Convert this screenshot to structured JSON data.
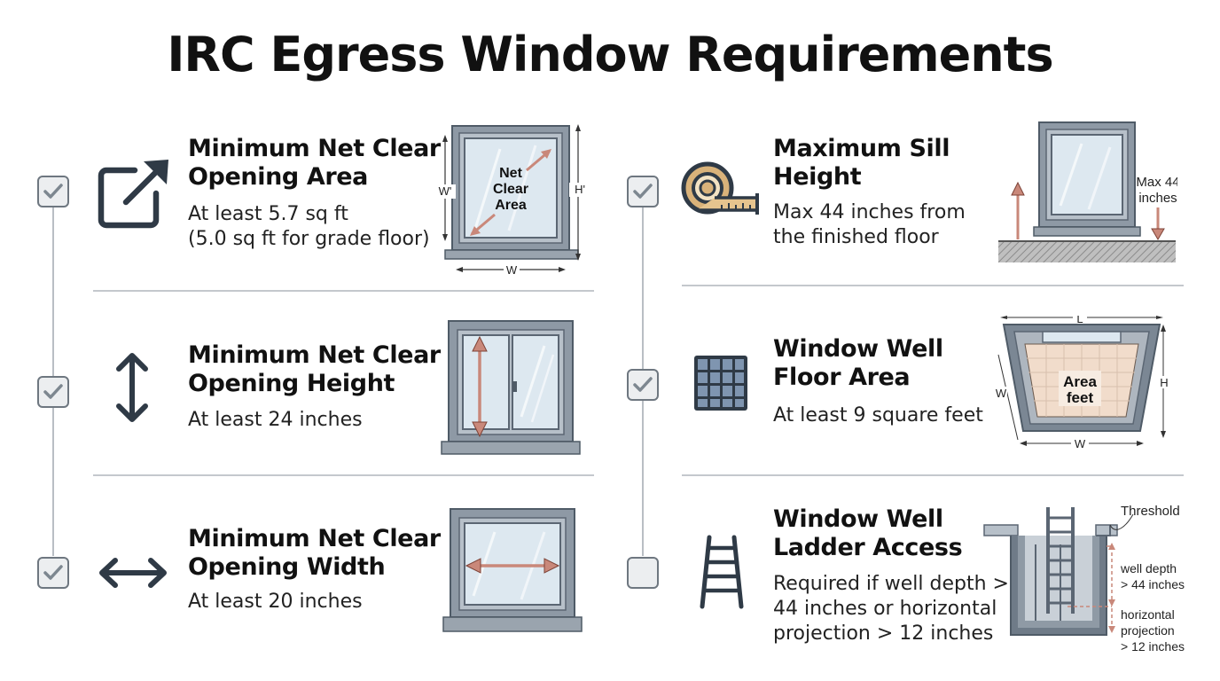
{
  "title": "IRC Egress Window Requirements",
  "left": [
    {
      "heading": [
        "Minimum Net Clear",
        "Opening Area"
      ],
      "body": [
        "At least 5.7 sq ft",
        "(5.0 sq ft for grade floor)"
      ],
      "icon": "external-link-arrow-icon",
      "checked": true
    },
    {
      "heading": [
        "Minimum Net Clear",
        "Opening Height"
      ],
      "body": [
        "At least 24 inches"
      ],
      "icon": "vertical-double-arrow-icon",
      "checked": true
    },
    {
      "heading": [
        "Minimum Net Clear",
        "Opening Width"
      ],
      "body": [
        "At least 20 inches"
      ],
      "icon": "horizontal-double-arrow-icon",
      "checked": true
    }
  ],
  "right": [
    {
      "heading": [
        "Maximum Sill",
        "Height"
      ],
      "body": [
        "Max 44 inches from",
        "the finished floor"
      ],
      "icon": "tape-measure-icon",
      "checked": true
    },
    {
      "heading": [
        "Window Well",
        "Floor Area"
      ],
      "body": [
        "At least 9 square feet"
      ],
      "icon": "grid-tiles-icon",
      "checked": true
    },
    {
      "heading": [
        "Window Well",
        "Ladder Access"
      ],
      "body": [
        "Required if well depth >",
        "44 inches or horizontal",
        "projection > 12 inches"
      ],
      "icon": "ladder-icon",
      "checked": false
    }
  ],
  "diagrams": {
    "area": {
      "label": [
        "Net",
        "Clear",
        "Area"
      ],
      "w_left": "W'",
      "h_right": "H'",
      "w_bottom": "W"
    },
    "sill": {
      "label": [
        "Max 44",
        "inches"
      ]
    },
    "well_area": {
      "label": [
        "Area",
        "feet"
      ],
      "top": "L",
      "left": "W",
      "right": "H",
      "bottom": "W"
    },
    "ladder": {
      "threshold": "Threshold",
      "depth": [
        "well depth",
        "> 44 inches"
      ],
      "projection": [
        "horizontal",
        "projection",
        "> 12 inches"
      ]
    }
  },
  "colors": {
    "frame": "#5f6b78",
    "frame_light": "#aeb6bf",
    "glass": "#dde8f0",
    "arrow": "#c9887a",
    "arrow_dark": "#7d4236",
    "ink": "#2f3a46",
    "divider": "#c4c8cd"
  }
}
